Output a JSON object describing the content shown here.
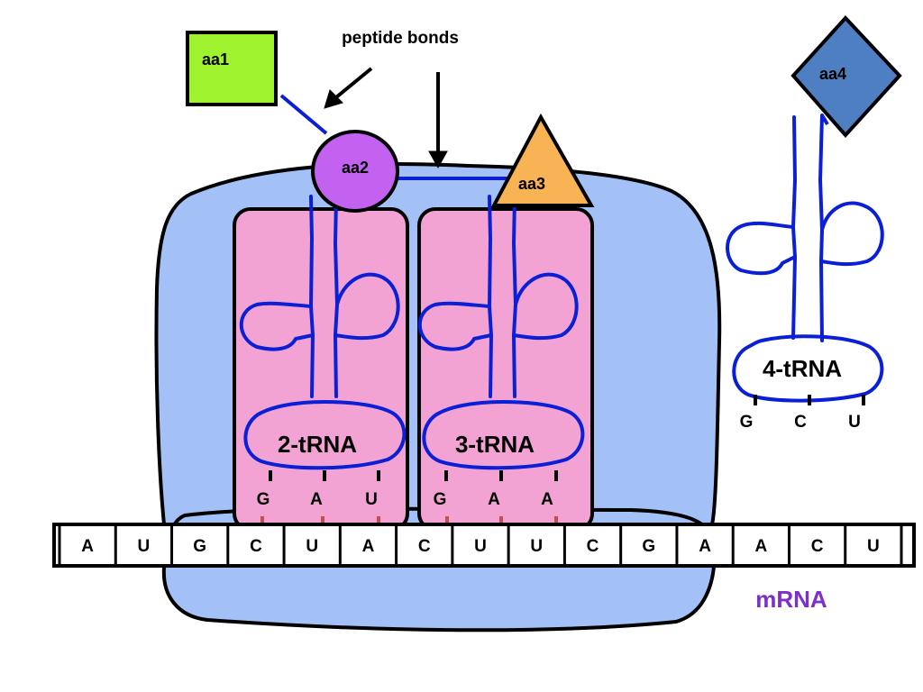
{
  "labels": {
    "peptide_bonds": "peptide bonds",
    "mrna": "mRNA"
  },
  "amino_acids": {
    "aa1": "aa1",
    "aa2": "aa2",
    "aa3": "aa3",
    "aa4": "aa4"
  },
  "trnas": [
    {
      "name": "2-tRNA",
      "anticodon": [
        "G",
        "A",
        "U"
      ]
    },
    {
      "name": "3-tRNA",
      "anticodon": [
        "G",
        "A",
        "A"
      ]
    },
    {
      "name": "4-tRNA",
      "anticodon": [
        "G",
        "C",
        "U"
      ]
    }
  ],
  "mrna_bases": [
    "A",
    "U",
    "G",
    "C",
    "U",
    "A",
    "C",
    "U",
    "U",
    "C",
    "G",
    "A",
    "A",
    "C",
    "U"
  ],
  "colors": {
    "ribosome": "#a4c1f7",
    "trna_slot": "#f3a3d3",
    "trna_line": "#0a1fd6",
    "aa1": "#9ef22e",
    "aa2": "#c362f0",
    "aa3": "#f8b354",
    "aa4": "#4f7fc3",
    "mrna_label": "#7d30c9",
    "base_pair_tick": "#c0504d"
  }
}
